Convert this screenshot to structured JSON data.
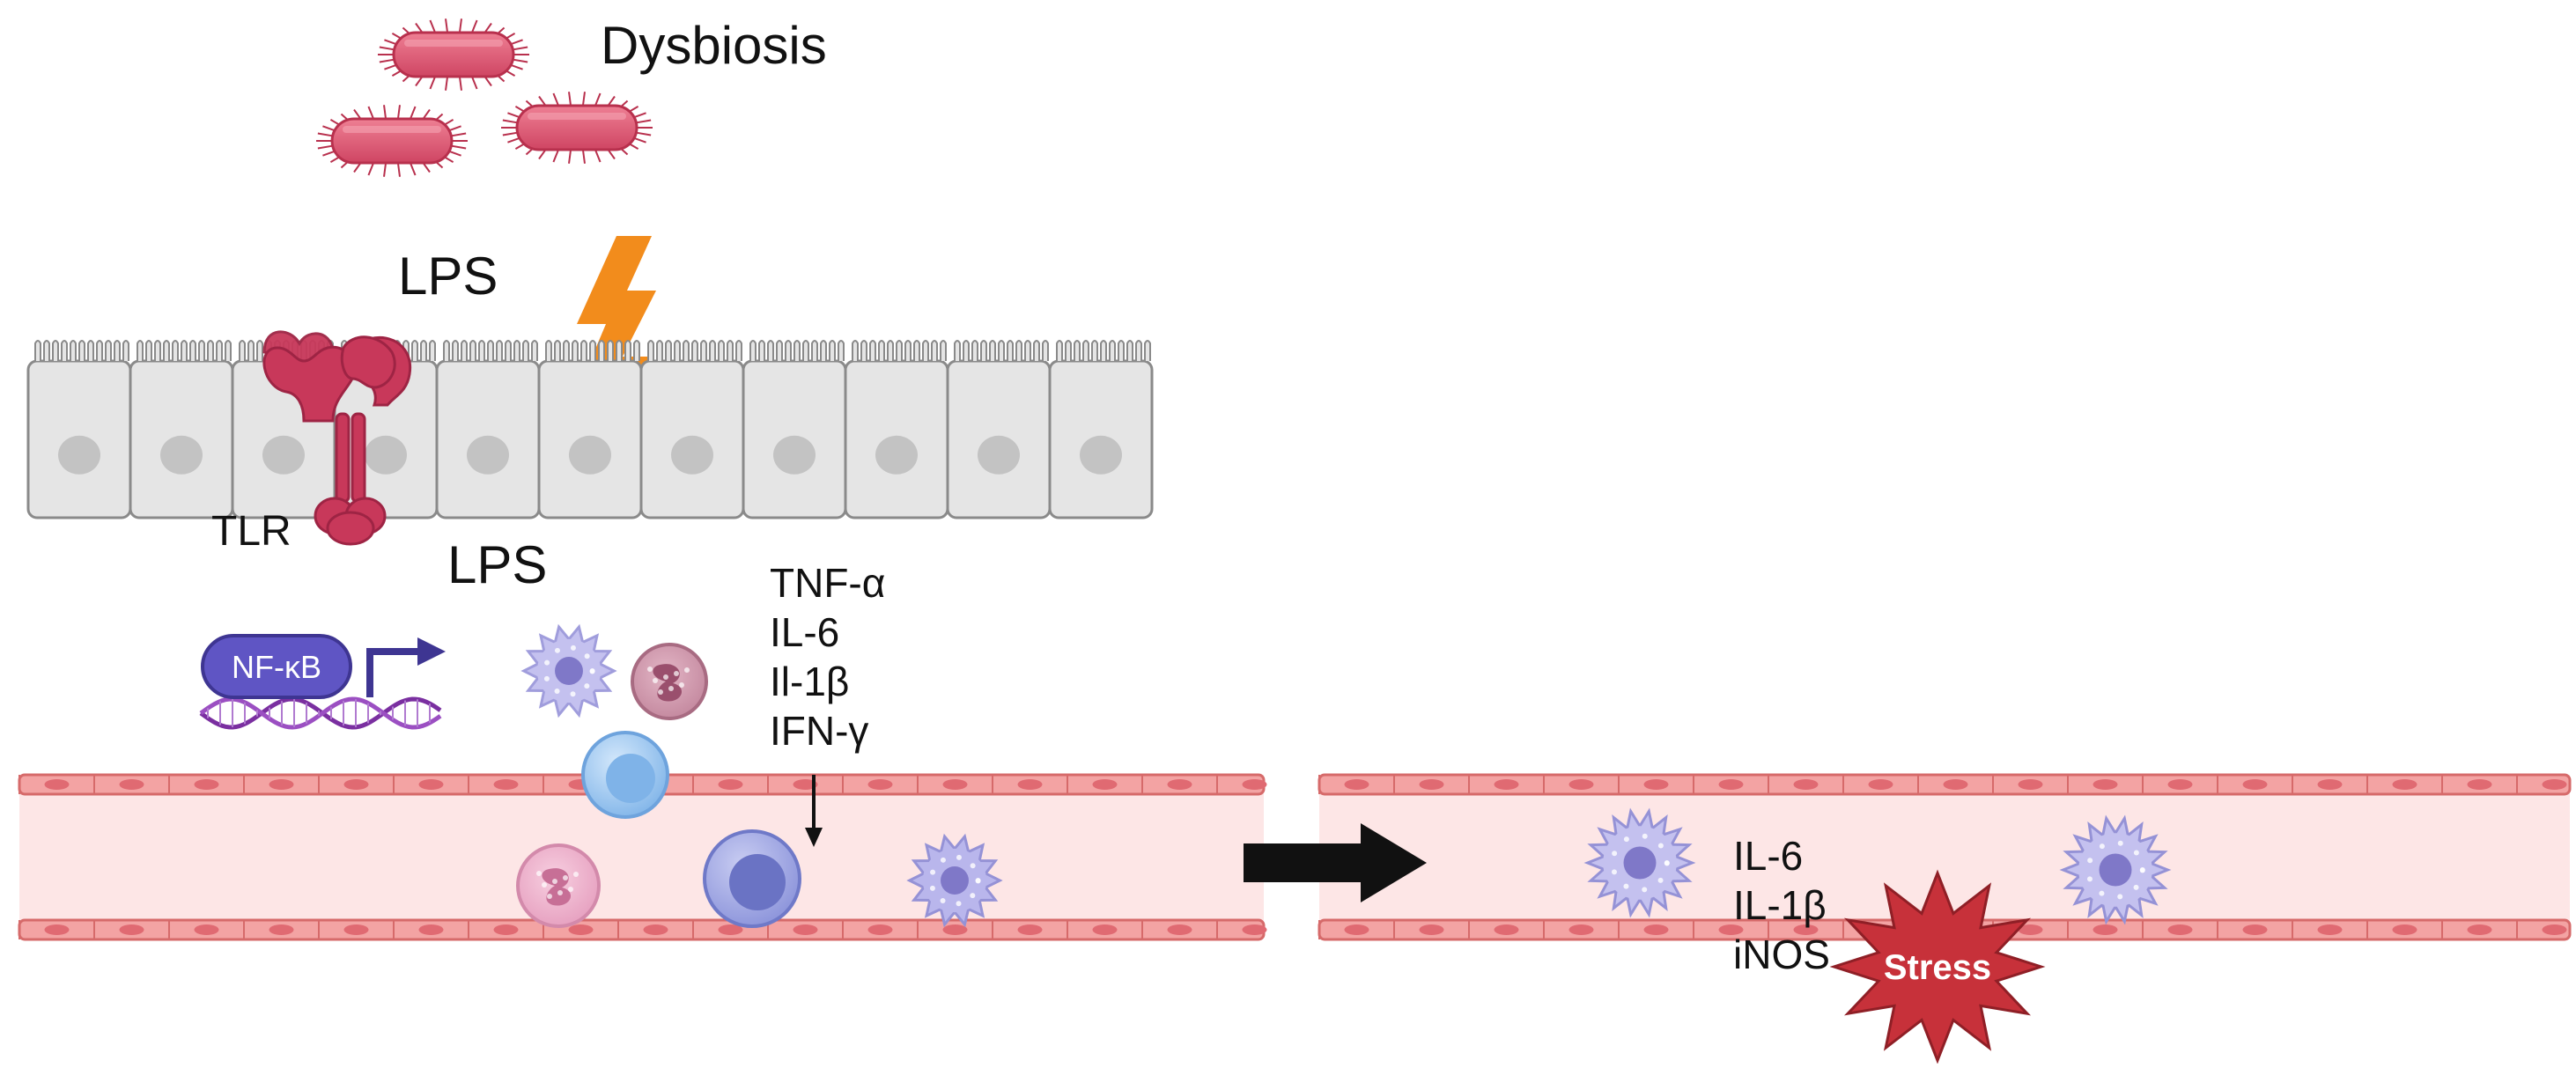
{
  "labels": {
    "dysbiosis": "Dysbiosis",
    "lps_top": "LPS",
    "lps_bottom": "LPS",
    "tlr": "TLR",
    "nfkb": "NF-κB",
    "stress": "Stress"
  },
  "cytokines_vessel1": [
    "TNF-α",
    "IL-6",
    "Il-1β",
    "IFN-γ"
  ],
  "cytokines_vessel2": [
    "IL-6",
    "IL-1β",
    "iNOS"
  ],
  "colors": {
    "bacteria": "#d9546e",
    "bacteria_dark": "#b8304d",
    "epithelium": "#e5e5e5",
    "epithelium_border": "#8a8a8a",
    "nucleus": "#c3c3c3",
    "tlr": "#c8385a",
    "lightning": "#f28c1c",
    "vessel_wall": "#f08a8a",
    "vessel_lumen": "#fde6e6",
    "nfkb_box": "#5f55c4",
    "dna": "#7a2fa0",
    "monocyte": "#a9a6e2",
    "neutrophil": "#c98a9e",
    "lymphocyte": "#9cc7ef",
    "stress_burst": "#c7313a",
    "arrow": "#111111"
  },
  "icons": [
    "bacteria-icon",
    "lightning-icon",
    "tlr-receptor-icon",
    "dna-icon",
    "immune-cell-icon",
    "stress-burst-icon",
    "right-arrow-icon"
  ]
}
